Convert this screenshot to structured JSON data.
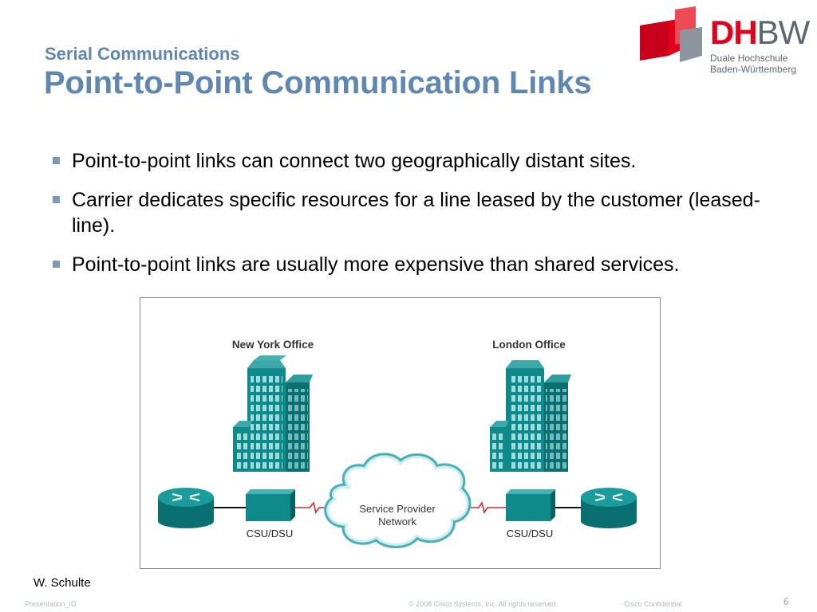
{
  "slide": {
    "subtitle": "Serial Communications",
    "title": "Point-to-Point Communication Links"
  },
  "logo": {
    "dh": "DH",
    "bw": "BW",
    "line1": "Duale Hochschule",
    "line2": "Baden-Württemberg",
    "colors": {
      "red": "#e2001a",
      "gray": "#5d6770"
    }
  },
  "bullets": [
    "Point-to-point links can connect two geographically distant sites.",
    "Carrier dedicates specific resources for a line leased by the customer (leased-line).",
    "Point-to-point links are usually more expensive than shared services."
  ],
  "diagram": {
    "left_site": "New York Office",
    "right_site": "London Office",
    "left_device": "CSU/DSU",
    "right_device": "CSU/DSU",
    "cloud_line1": "Service Provider",
    "cloud_line2": "Network",
    "colors": {
      "teal": "#0f8a8a",
      "teal_dark": "#0a5f60",
      "link_red": "#d9282f"
    }
  },
  "author": "W. Schulte",
  "footer": {
    "presentation_id": "Presentation_ID",
    "copyright": "© 2008 Cisco Systems, Inc. All rights reserved.",
    "confidential": "Cisco Confidential",
    "page": "6"
  }
}
